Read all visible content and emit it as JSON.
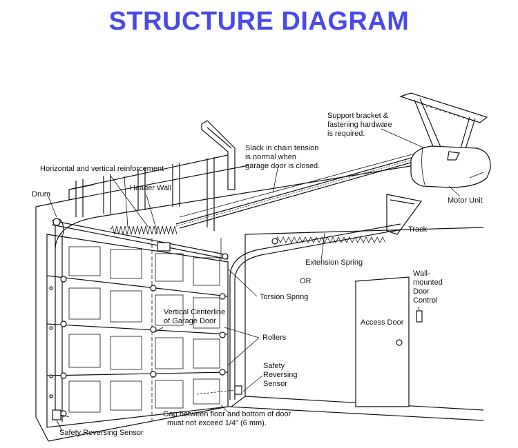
{
  "title": "STRUCTURE DIAGRAM",
  "colors": {
    "title": "#4a4ae8",
    "ink": "#111111",
    "background": "#ffffff"
  },
  "labels": {
    "support_bracket": [
      "Support bracket &",
      "fastening hardware",
      "is required."
    ],
    "slack_chain": [
      "Slack in chain tension",
      "is normal when",
      "garage door is closed."
    ],
    "reinforcement": "Horizontal and vertical reinforcement",
    "drum": "Drum",
    "header_wall": "Header Wall",
    "motor_unit": "Motor Unit",
    "track": "Track",
    "extension_spring": "Extension Spring",
    "or": "OR",
    "torsion_spring": "Torsion Spring",
    "wall_control": [
      "Wall-",
      "mounted",
      "Door",
      "Control"
    ],
    "centerline": [
      "Vertical Centerline",
      "of Garage Door"
    ],
    "access_door": "Access Door",
    "rollers": "Rollers",
    "safety_sensor_right": [
      "Safety",
      "Reversing",
      "Sensor"
    ],
    "gap": [
      "Gap between floor and bottom of door",
      "must not exceed 1/4\" (6 mm)."
    ],
    "safety_sensor_bottom": "Safety Reversing Sensor"
  }
}
